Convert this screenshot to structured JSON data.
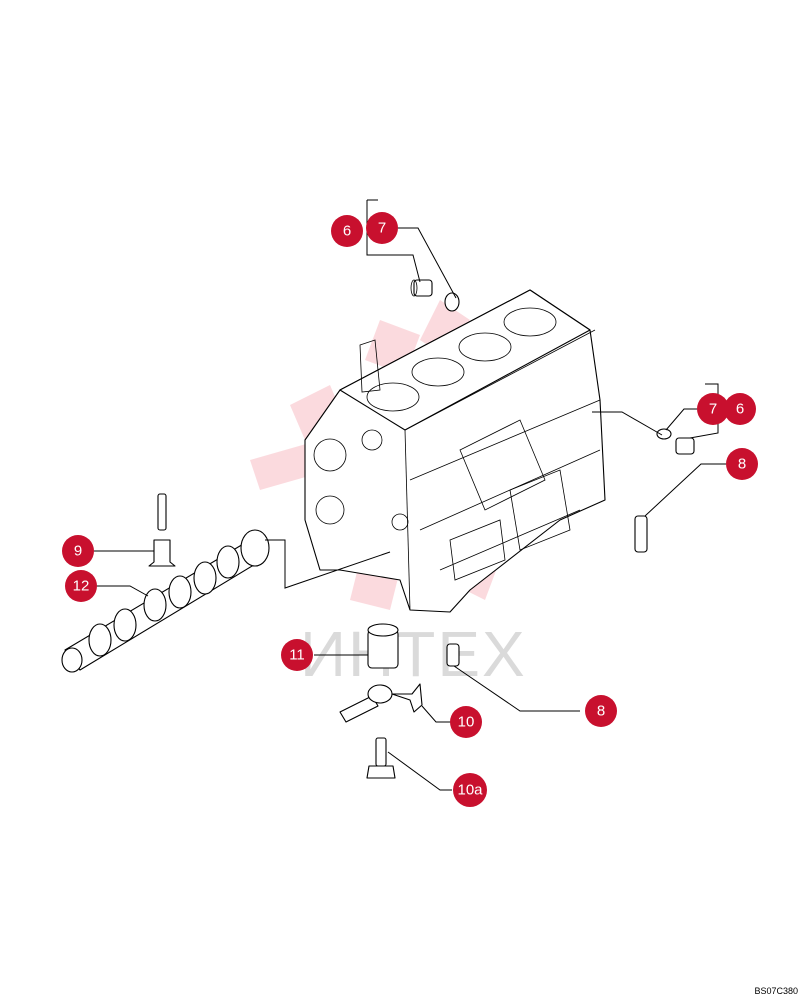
{
  "drawing": {
    "code": "BS07C380",
    "watermark_text": "ИНТЕХ"
  },
  "callouts": [
    {
      "id": "6",
      "label": "6"
    },
    {
      "id": "7a",
      "label": "7"
    },
    {
      "id": "7b",
      "label": "7"
    },
    {
      "id": "6b",
      "label": "6"
    },
    {
      "id": "8a",
      "label": "8"
    },
    {
      "id": "9",
      "label": "9"
    },
    {
      "id": "12",
      "label": "12"
    },
    {
      "id": "11",
      "label": "11"
    },
    {
      "id": "8b",
      "label": "8"
    },
    {
      "id": "10",
      "label": "10"
    },
    {
      "id": "10a",
      "label": "10a"
    }
  ],
  "colors": {
    "callout": "#c8102e",
    "watermark": "#e8344a",
    "line": "#000000"
  }
}
